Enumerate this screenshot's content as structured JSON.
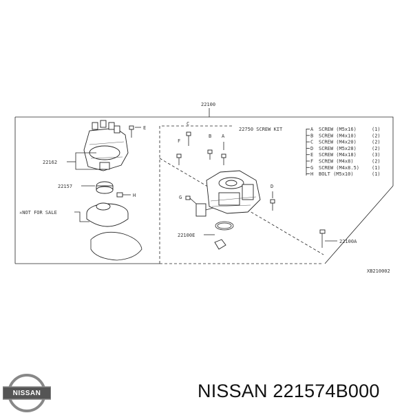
{
  "diagram": {
    "assembly_label": "22100",
    "kit_label": "22750 SCREW KIT",
    "kit_items": [
      {
        "letter": "A",
        "desc": "SCREW (M5x16)",
        "qty": "(1)"
      },
      {
        "letter": "B",
        "desc": "SCREW (M4x10)",
        "qty": "(2)"
      },
      {
        "letter": "C",
        "desc": "SCREW (M4x20)",
        "qty": "(2)"
      },
      {
        "letter": "D",
        "desc": "SCREW (M5x28)",
        "qty": "(2)"
      },
      {
        "letter": "E",
        "desc": "SCREW (M4x18)",
        "qty": "(3)"
      },
      {
        "letter": "F",
        "desc": "SCREW (M4x8)",
        "qty": "(2)"
      },
      {
        "letter": "G",
        "desc": "SCREW (M4x8.5)",
        "qty": "(1)"
      },
      {
        "letter": "H",
        "desc": "BOLT (M5x10)",
        "qty": "(1)"
      }
    ],
    "part_labels": {
      "cap": "22162",
      "rotor": "22157",
      "not_for_sale": "✳NOT FOR SALE",
      "seal": "22100E",
      "bolt": "22100A",
      "diagram_code": "XB210002"
    },
    "callouts": {
      "E_cap": "E",
      "H": "H",
      "B": "B",
      "C": "C",
      "A": "A",
      "F": "F",
      "D": "D",
      "G": "G"
    }
  },
  "footer": {
    "brand_logo_text": "NISSAN",
    "title": "NISSAN 221574B000"
  }
}
